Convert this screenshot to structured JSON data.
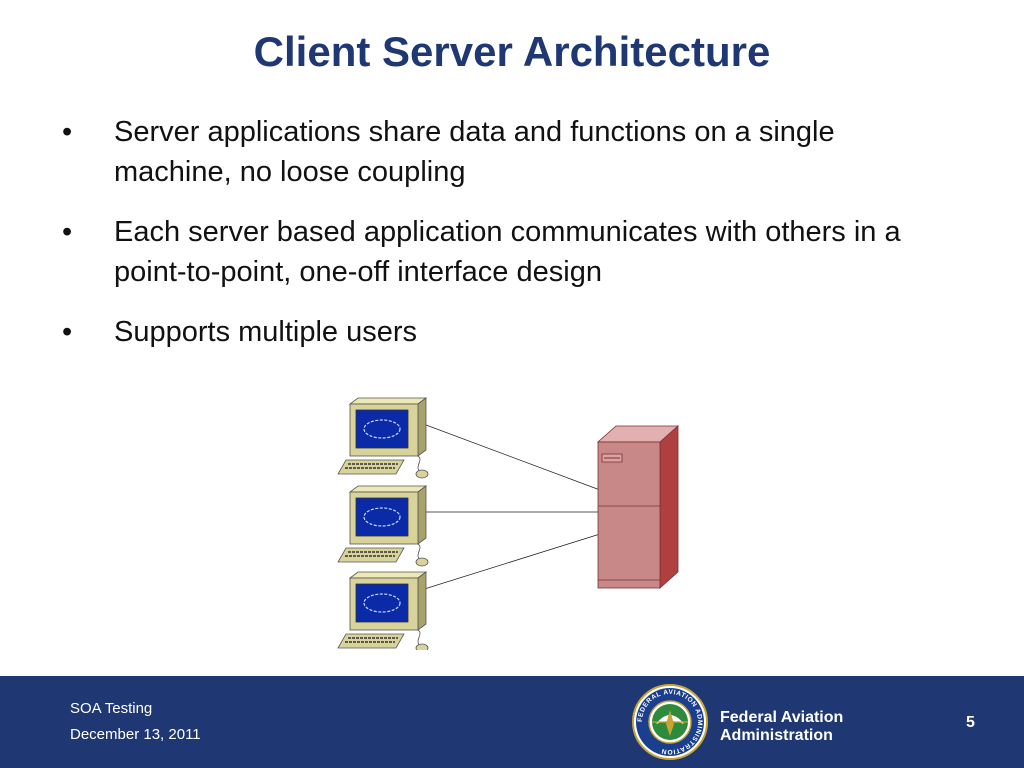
{
  "slide": {
    "title": "Client Server Architecture",
    "bullet_marker": "•",
    "bullets": [
      "Server applications share data and  functions on a single machine, no loose coupling",
      "Each server based application communicates with others in a point-to-point, one-off interface design",
      "Supports multiple users"
    ]
  },
  "diagram": {
    "client_count": 3,
    "server_count": 1,
    "colors": {
      "monitor_body": "#d8d39a",
      "screen": "#0a2aa8",
      "server_front": "#c98888",
      "server_side": "#b04040",
      "line": "#222222"
    }
  },
  "footer": {
    "project": "SOA Testing",
    "date": "December 13, 2011",
    "org_line1": "Federal Aviation",
    "org_line2": "Administration",
    "seal_text": "FEDERAL AVIATION ADMINISTRATION",
    "page_number": "5",
    "background": "#1f3773"
  }
}
